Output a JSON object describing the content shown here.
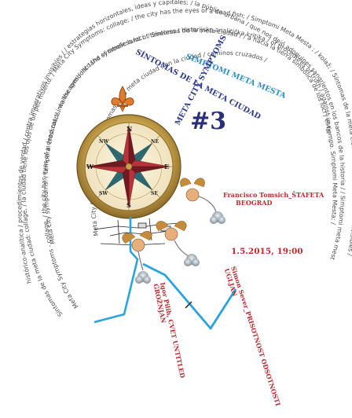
{
  "spiral": {
    "ring1": "Síntomas de la meta ciudad: collage, / la ciudad tiene los ojos de un pez muerto. / Meta City Symptoms: collage; / the city has the eyes of a dead fish; / Simptomi Meta Mesta ; / kolaž; / Síntomas de la meta ciudad / contra imperativos invisibles / ",
    "ring2": "Meta City Symptoms - collage, / the city has eyes of a dead cat; / into the symbolic land of timeless loci. / Síntomas de la meta ciudad / / a hacia la tierra simbólica de los loci / el tiempo. Simptomi Meta Mesta; / ",
    "ring3": "histórico-analítica / procedimientos de verdad / contra imperativos invisibles / / estrategias horizontales, ideas y capitales; / la pública urbana / que nos dejó adoquines sangrientos en los bancos de la historia / / Simptomi metа mesta / ",
    "ring4": "Meta city symptoms: / temporal crossroads, walkscapes / into the symbolic land of timeless / historijsko analitička kritika / of procedures of truth / against invisible imperatives / ",
    "ring5": "Meta City Symptoms / meta su / / Síntomas de la meta ciudad / en la ciudad / caminos cruzados / "
  },
  "titles": {
    "es": "SÍNTOMAS DE LA META CIUDAD",
    "sr": "SIMPTOMI META MESTA",
    "en": "META CITY SYMPTOMS"
  },
  "issue_number": "#3",
  "compass": {
    "north": "N",
    "south": "S",
    "east": "E",
    "west": "W",
    "northeast": "NE",
    "northwest": "NW",
    "southeast": "SE",
    "southwest": "SW"
  },
  "labels": {
    "author1_name": "Francisco Tomsich_ŠTAFETA",
    "author1_city": "BEOGRAD",
    "date": "1.5.2015, 19:00",
    "author2_name": "Simon Sever_PRISOTNOST ODSOTNOSTI",
    "author2_city": "UGLJAN",
    "author3_name": "Igor Pilih, CVET UNTITLED",
    "author3_city": "GROŽNJAN"
  },
  "colors": {
    "red": "#c0282e",
    "blue": "#2c8fc4",
    "navy": "#2b3a8c",
    "route": "#2aa3de",
    "compass_gold": "#c8a24a"
  }
}
